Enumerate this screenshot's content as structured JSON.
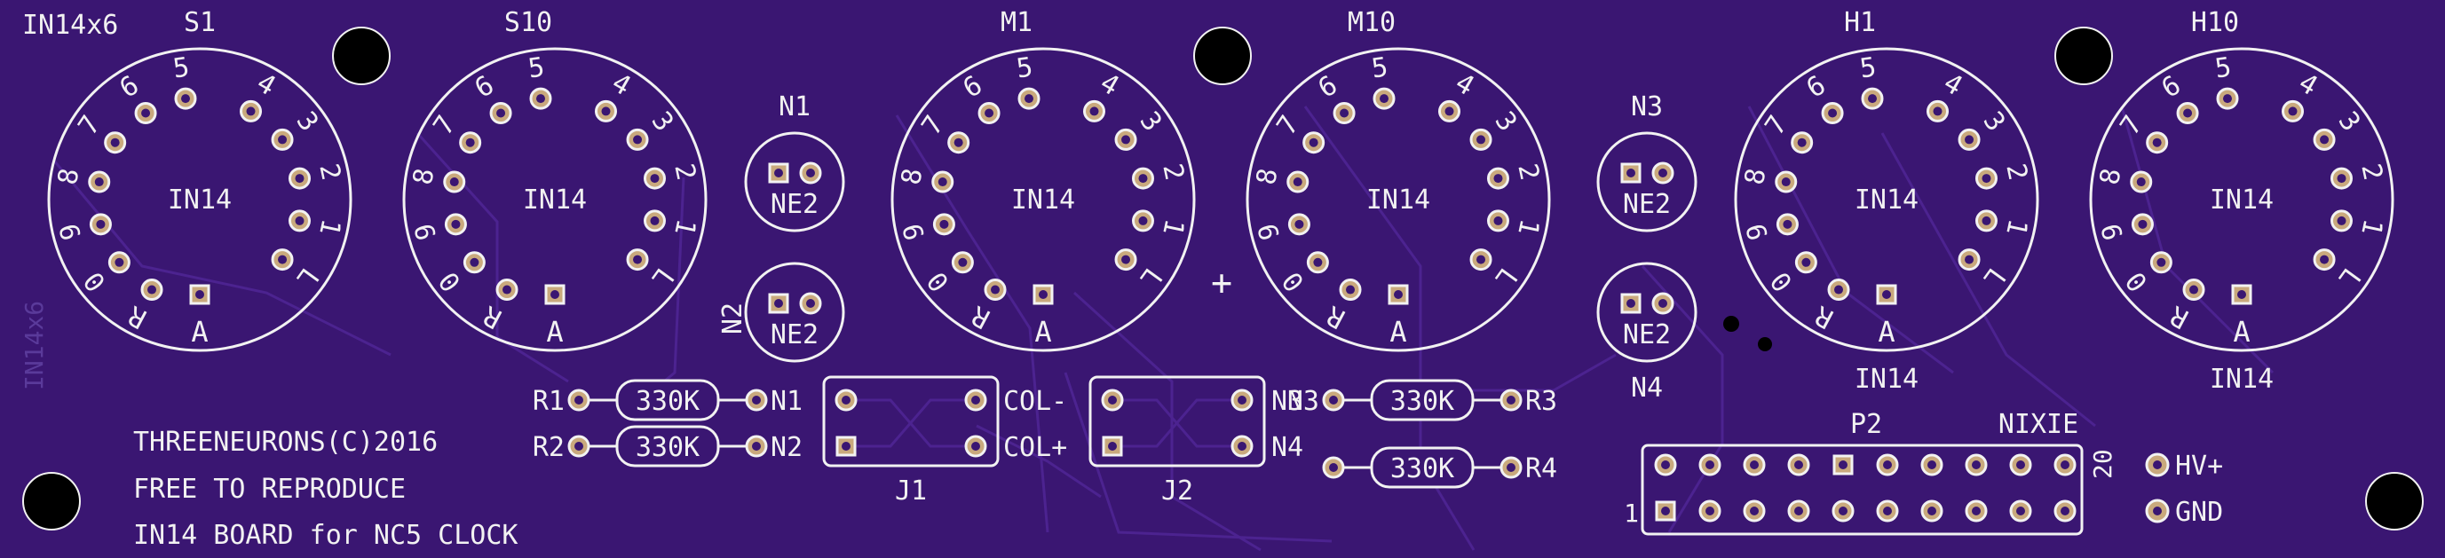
{
  "board": {
    "corner_label": "IN14x6",
    "side_label": "IN14x6",
    "credits": [
      "THREENEURONS(C)2016",
      "FREE TO REPRODUCE",
      "IN14 BOARD for NC5 CLOCK"
    ],
    "plus_mark": "+"
  },
  "tubes": [
    {
      "designator": "S1",
      "part": "IN14",
      "bottom_label": ""
    },
    {
      "designator": "S10",
      "part": "IN14",
      "bottom_label": ""
    },
    {
      "designator": "M1",
      "part": "IN14",
      "bottom_label": ""
    },
    {
      "designator": "M10",
      "part": "IN14",
      "bottom_label": ""
    },
    {
      "designator": "H1",
      "part": "IN14",
      "bottom_label": "IN14"
    },
    {
      "designator": "H10",
      "part": "IN14",
      "bottom_label": "IN14"
    }
  ],
  "pin_labels": [
    "R",
    "0",
    "9",
    "8",
    "7",
    "6",
    "5",
    "4",
    "3",
    "2",
    "1",
    "L"
  ],
  "anode_label": "A",
  "neons": [
    {
      "designator": "N1",
      "part": "NE2"
    },
    {
      "designator": "N2",
      "part": "NE2"
    },
    {
      "designator": "N3",
      "part": "NE2"
    },
    {
      "designator": "N4",
      "part": "NE2"
    }
  ],
  "resistors": [
    {
      "designator": "R1",
      "value": "330K",
      "right_net": "N1"
    },
    {
      "designator": "R2",
      "value": "330K",
      "right_net": "N2"
    },
    {
      "designator": "R3",
      "value": "330K",
      "left_net": "N3"
    },
    {
      "designator": "R4",
      "value": "330K",
      "left_net": ""
    }
  ],
  "jumpers": [
    {
      "designator": "J1",
      "net_top": "COL-",
      "net_bottom": "COL+"
    },
    {
      "designator": "J2",
      "net_top": "N3",
      "net_bottom": "N4"
    }
  ],
  "header": {
    "designator": "P2",
    "name": "NIXIE",
    "pin_first": "1",
    "pin_last": "20"
  },
  "power": [
    {
      "label": "HV+"
    },
    {
      "label": "GND"
    }
  ],
  "colors": {
    "board": "#3a1672",
    "trace": "#4c2390",
    "silkscreen": "#f2f2f2",
    "pad": "#c9a97d",
    "hole": "#000000"
  }
}
